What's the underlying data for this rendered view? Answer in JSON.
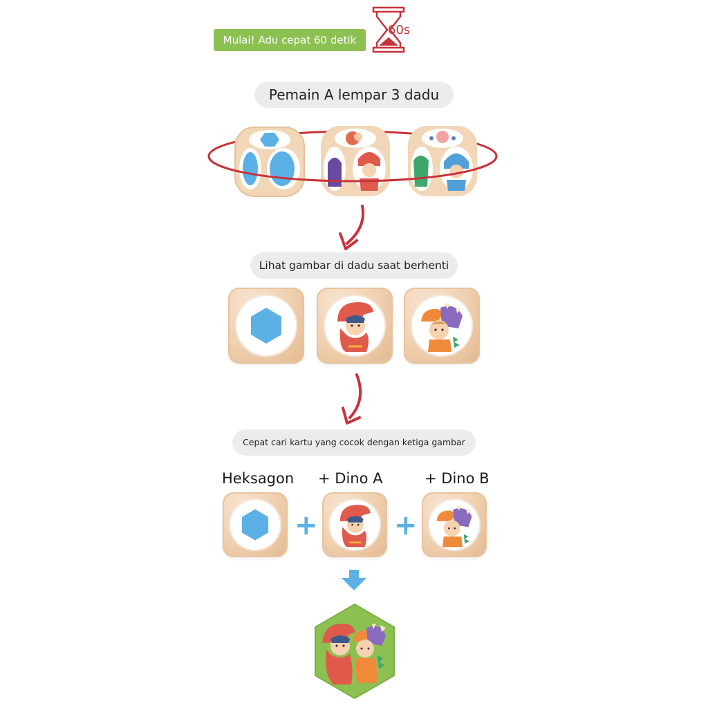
{
  "header": {
    "start_label": "Mulai! Adu cepat 60 detik",
    "timer_label": "60s",
    "timer_icon": "hourglass-icon"
  },
  "steps": {
    "step1": "Pemain A lempar 3 dadu",
    "step2": "Lihat gambar di dadu saat berhenti",
    "step3": "Cepat cari kartu yang cocok dengan ketiga gambar"
  },
  "combo": {
    "label_1": "Heksagon",
    "label_2": "+ Dino A",
    "label_3": "+ Dino B",
    "plus_symbol": "+"
  },
  "colors": {
    "accent_green": "#8cc152",
    "accent_red": "#c8323a",
    "hexagon_blue": "#5bb0e6",
    "card_green": "#8cc152"
  },
  "icons": {
    "arrow": "curved-arrow-down-icon",
    "down": "down-arrow-icon",
    "dice": "wooden-dice-icon",
    "hexagon": "hexagon-icon",
    "dino_a": "red-dino-kid-icon",
    "dino_b": "orange-dino-kid-icon"
  }
}
